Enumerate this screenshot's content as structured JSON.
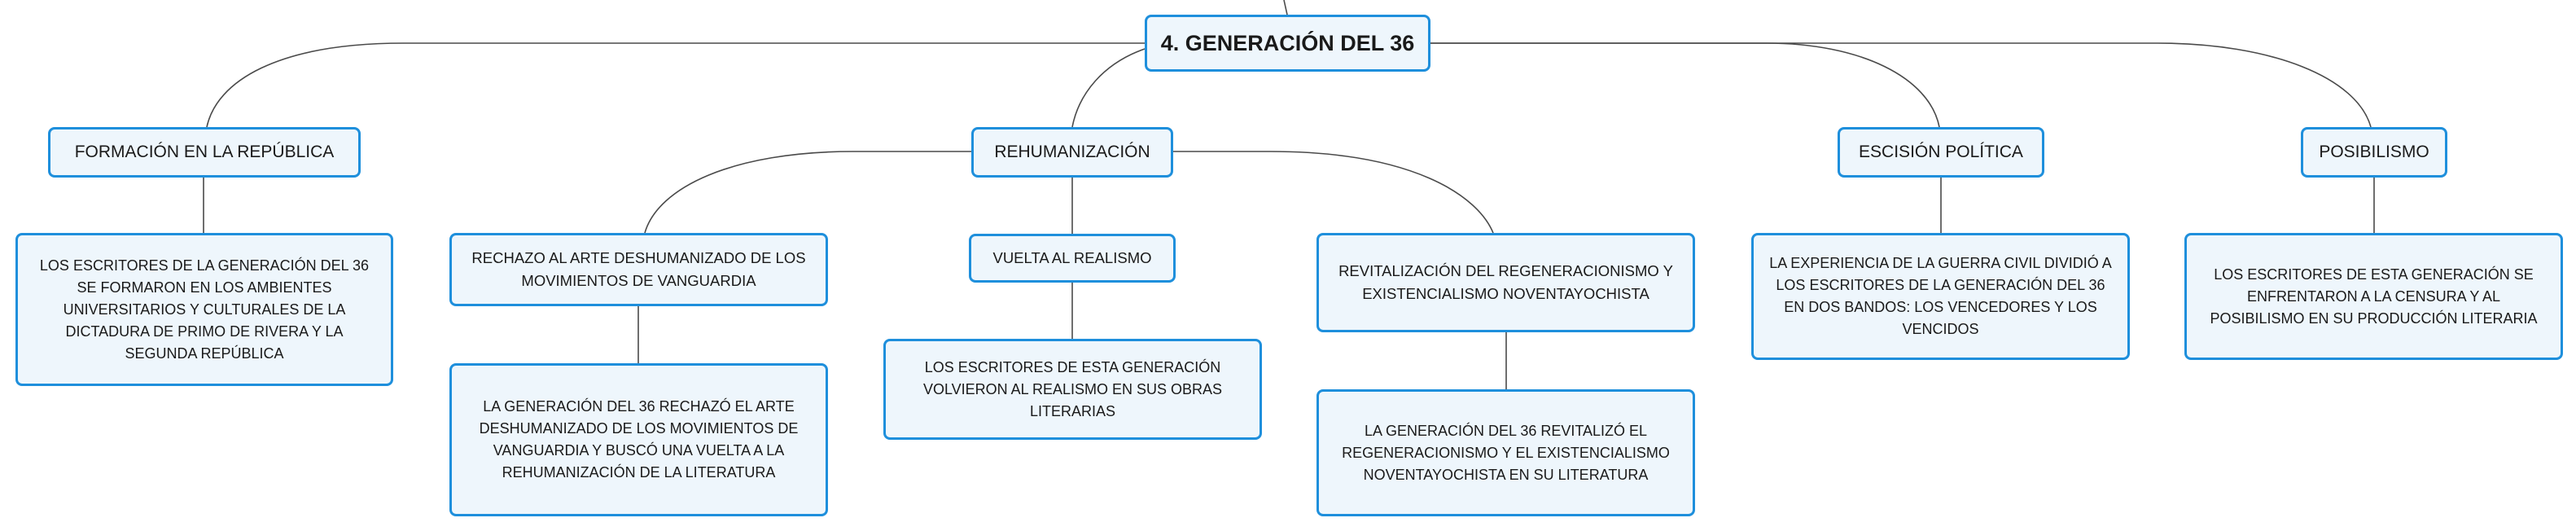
{
  "root": "4. GENERACIÓN DEL 36",
  "formacion": {
    "title": "FORMACIÓN EN LA REPÚBLICA",
    "detail": "LOS ESCRITORES DE LA GENERACIÓN DEL 36 SE FORMARON EN LOS AMBIENTES UNIVERSITARIOS Y CULTURALES DE LA DICTADURA DE PRIMO DE RIVERA Y LA SEGUNDA REPÚBLICA"
  },
  "rehumanizacion": {
    "title": "REHUMANIZACIÓN",
    "rechazo": {
      "title": "RECHAZO AL ARTE DESHUMANIZADO DE LOS MOVIMIENTOS DE VANGUARDIA",
      "detail": "LA GENERACIÓN DEL 36 RECHAZÓ EL ARTE DESHUMANIZADO DE LOS MOVIMIENTOS DE VANGUARDIA Y BUSCÓ UNA VUELTA A LA REHUMANIZACIÓN DE LA LITERATURA"
    },
    "realismo": {
      "title": "VUELTA AL REALISMO",
      "detail": "LOS ESCRITORES DE ESTA GENERACIÓN VOLVIERON AL REALISMO EN SUS OBRAS LITERARIAS"
    },
    "revitalizacion": {
      "title": "REVITALIZACIÓN DEL REGENERACIONISMO Y EXISTENCIALISMO NOVENTAYOCHISTA",
      "detail": "LA GENERACIÓN DEL 36 REVITALIZÓ EL REGENERACIONISMO Y EL EXISTENCIALISMO NOVENTAYOCHISTA EN SU LITERATURA"
    }
  },
  "escision": {
    "title": "ESCISIÓN POLÍTICA",
    "detail": "LA EXPERIENCIA DE LA GUERRA CIVIL DIVIDIÓ A LOS ESCRITORES DE LA GENERACIÓN DEL 36 EN DOS BANDOS: LOS VENCEDORES Y LOS VENCIDOS"
  },
  "posibilismo": {
    "title": "POSIBILISMO",
    "detail": "LOS ESCRITORES DE ESTA GENERACIÓN SE ENFRENTARON A LA CENSURA Y AL POSIBILISMO EN SU PRODUCCIÓN LITERARIA"
  }
}
